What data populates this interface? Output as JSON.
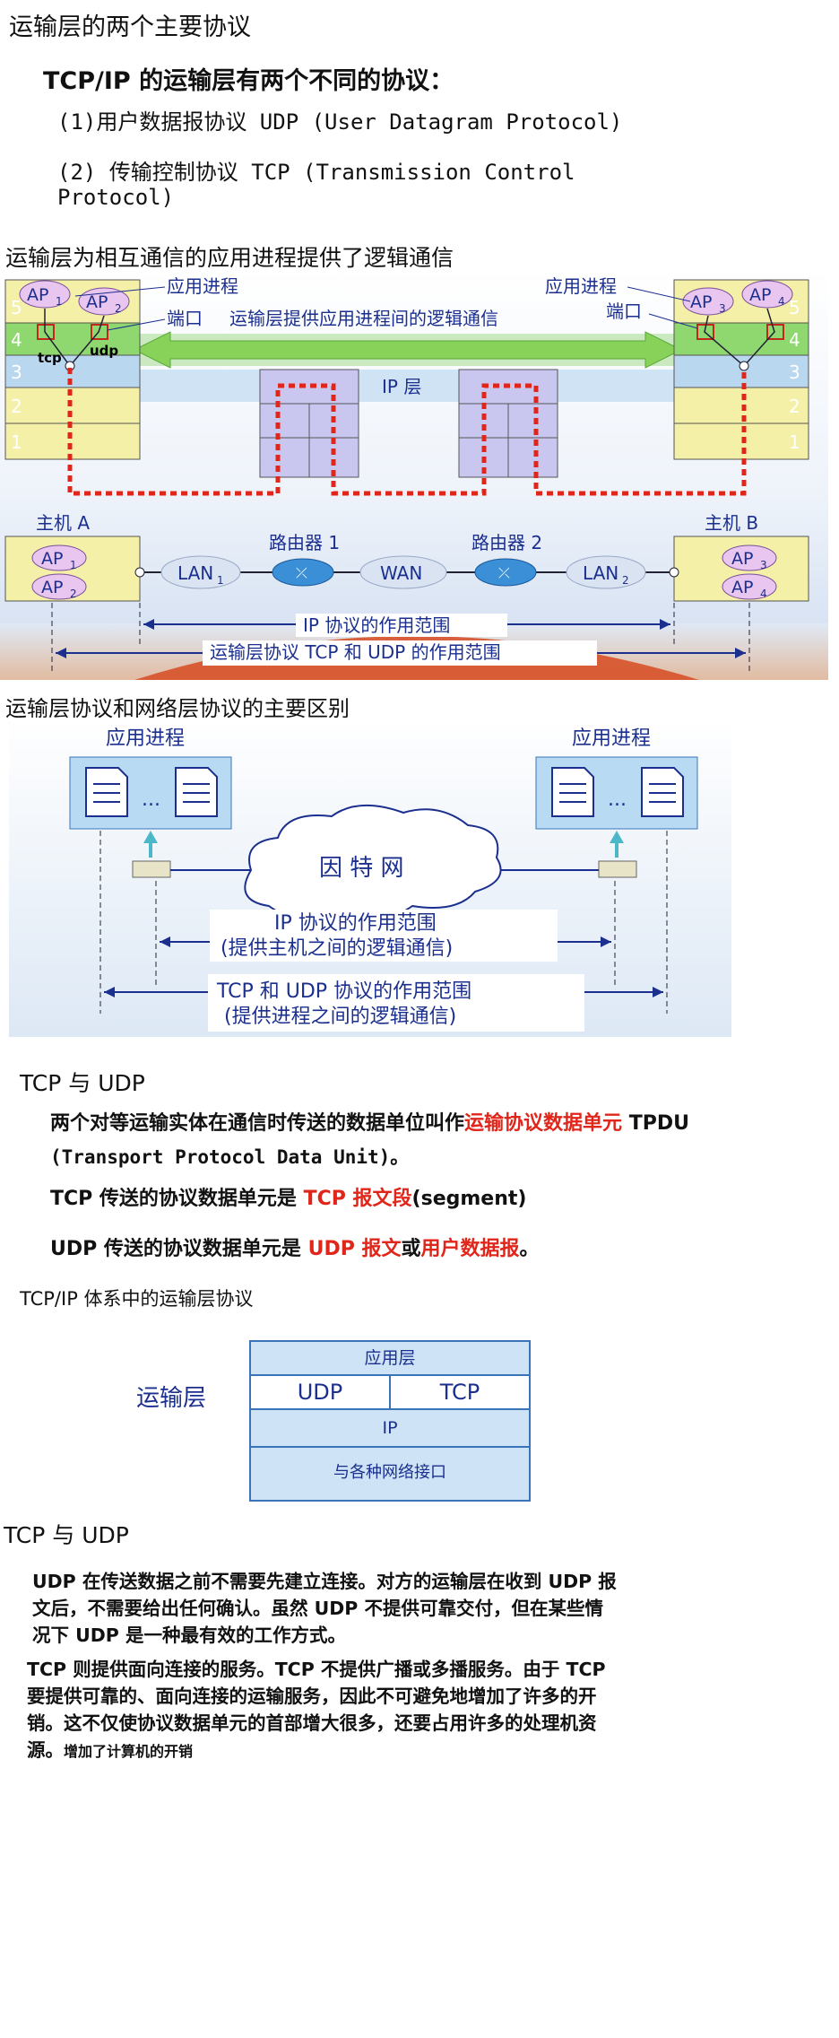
{
  "section1": {
    "title": "运输层的两个主要协议",
    "subtitle": "TCP/IP 的运输层有两个不同的协议：",
    "item1": "(1)用户数据报协议 UDP (User Datagram Protocol)",
    "item2a": "(2) 传输控制协议 TCP (Transmission Control",
    "item2b": "Protocol)"
  },
  "section2": {
    "title": "运输层为相互通信的应用进程提供了逻辑通信",
    "app_process_left": "应用进程",
    "app_process_right": "应用进程",
    "port_left": "端口",
    "port_right": "端口",
    "logical_comm": "运输层提供应用进程间的逻辑通信",
    "ip_layer": "IP 层",
    "layers": [
      "5",
      "4",
      "3",
      "2",
      "1"
    ],
    "tcp_label": "tcp",
    "udp_label": "udp",
    "ap1": "AP",
    "ap1_sub": "1",
    "ap2": "AP",
    "ap2_sub": "2",
    "ap3": "AP",
    "ap3_sub": "3",
    "ap4": "AP",
    "ap4_sub": "4",
    "host_a": "主机 A",
    "host_b": "主机 B",
    "router1": "路由器 1",
    "router2": "路由器 2",
    "lan1": "LAN",
    "lan1_sub": "1",
    "lan2": "LAN",
    "lan2_sub": "2",
    "wan": "WAN",
    "ip_scope": "IP 协议的作用范围",
    "transport_scope": "运输层协议 TCP 和 UDP 的作用范围"
  },
  "section3": {
    "title": "运输层协议和网络层协议的主要区别",
    "app_left": "应用进程",
    "app_right": "应用进程",
    "ellipsis": "...",
    "internet": "因 特 网",
    "ip_scope_1": "IP 协议的作用范围",
    "ip_scope_2": "(提供主机之间的逻辑通信)",
    "tcp_scope_1": "TCP 和 UDP 协议的作用范围",
    "tcp_scope_2": "(提供进程之间的逻辑通信)"
  },
  "section4": {
    "title": "TCP 与 UDP",
    "p1_a": "两个对等运输实体在通信时传送的数据单位叫作",
    "p1_red": "运输协议数据单元",
    "p1_b": " TPDU",
    "p1_c": "(Transport Protocol Data Unit)。",
    "p2_a": "TCP 传送的协议数据单元是 ",
    "p2_red": "TCP 报文段",
    "p2_b": "(segment)",
    "p3_a": "UDP 传送的协议数据单元是 ",
    "p3_red1": "UDP 报文",
    "p3_b": "或",
    "p3_red2": "用户数据报",
    "p3_c": "。"
  },
  "section5": {
    "title": "TCP/IP 体系中的运输层协议",
    "transport_label": "运输层",
    "app_layer": "应用层",
    "udp": "UDP",
    "tcp": "TCP",
    "ip": "IP",
    "iface": "与各种网络接口"
  },
  "section6": {
    "title": "TCP 与 UDP",
    "p1_l1": "UDP 在传送数据之前不需要先建立连接。对方的运输层在收到 UDP 报",
    "p1_l2": "文后，不需要给出任何确认。虽然 UDP 不提供可靠交付，但在某些情",
    "p1_l3": "况下 UDP 是一种最有效的工作方式。",
    "p2_l1": "TCP 则提供面向连接的服务。TCP 不提供广播或多播服务。由于 TCP",
    "p2_l2": "要提供可靠的、面向连接的运输服务，因此不可避免地增加了许多的开",
    "p2_l3": "销。这不仅使协议数据单元的首部增大很多，还要占用许多的处理机资",
    "p2_l4a": "源。",
    "p2_l4b": "增加了计算机的开销"
  }
}
